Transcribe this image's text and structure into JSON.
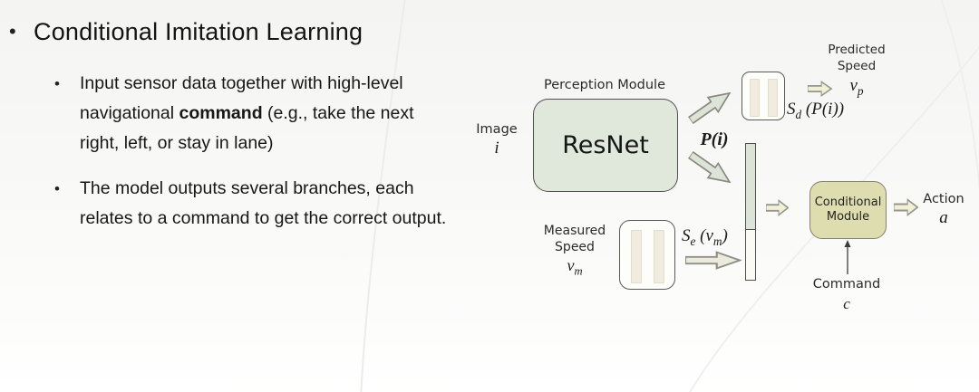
{
  "slide": {
    "bullet_glyph": "•",
    "title": "Conditional Imitation Learning",
    "bullets": [
      {
        "text_before": "Input sensor data together with high-level navigational ",
        "bold": "command",
        "text_after": " (e.g., take the next right, left, or stay in lane)"
      },
      {
        "text": "The model outputs several branches, each relates to a command to get the correct output."
      }
    ]
  },
  "diagram": {
    "perception_label": "Perception Module",
    "resnet_label": "ResNet",
    "image_label": "Image",
    "image_var": "i",
    "p_i_label": "P(i)",
    "predicted_speed": {
      "line1": "Predicted",
      "line2": "Speed"
    },
    "vp": {
      "base": "v",
      "sub": "p"
    },
    "sd": {
      "base": "S",
      "sub": "d",
      "rest": " (P(i))"
    },
    "measured_speed": {
      "line1": "Measured",
      "line2": "Speed"
    },
    "vm": {
      "base": "v",
      "sub": "m"
    },
    "se": {
      "base": "S",
      "sub": "e",
      "open": " (",
      "inner": "v",
      "inner_sub": "m",
      "close": ")"
    },
    "conditional_module": {
      "line1": "Conditional",
      "line2": "Module"
    },
    "action_label": "Action",
    "action_var": "a",
    "command_label": "Command",
    "command_var": "c"
  },
  "colors": {
    "page_bg": "#f4f4f3",
    "text": "#1a1a1a",
    "resnet_box": "#dfe8da",
    "conditional_box": "#deddb0",
    "bar_top": "#dce4d8",
    "bar_bottom": "#fbfaf3",
    "speedbox_fill": "#fdfdfa",
    "speedbox_bar": "#f1ecdf",
    "arrow_green": "#dce4d8",
    "arrow_cream": "#eceadd",
    "arrow_pale_yellow": "#eff0d6"
  }
}
